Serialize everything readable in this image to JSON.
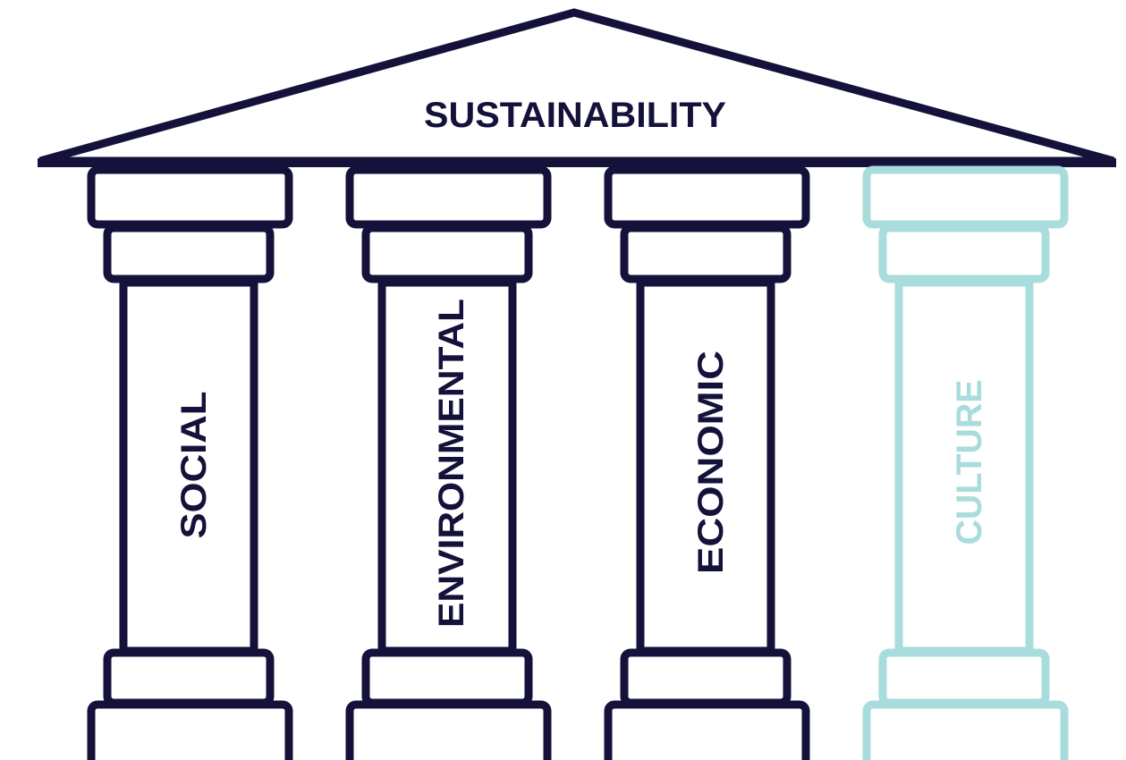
{
  "title": "SUSTAINABILITY",
  "pillars": [
    {
      "label": "SOCIAL",
      "color": "#14123a"
    },
    {
      "label": "ENVIRONMENTAL",
      "color": "#14123a"
    },
    {
      "label": "ECONOMIC",
      "color": "#14123a"
    },
    {
      "label": "CULTURE",
      "color": "#a9dcdc"
    }
  ],
  "colors": {
    "dark": "#14123a",
    "light": "#a9dcdc",
    "background": "#ffffff"
  }
}
